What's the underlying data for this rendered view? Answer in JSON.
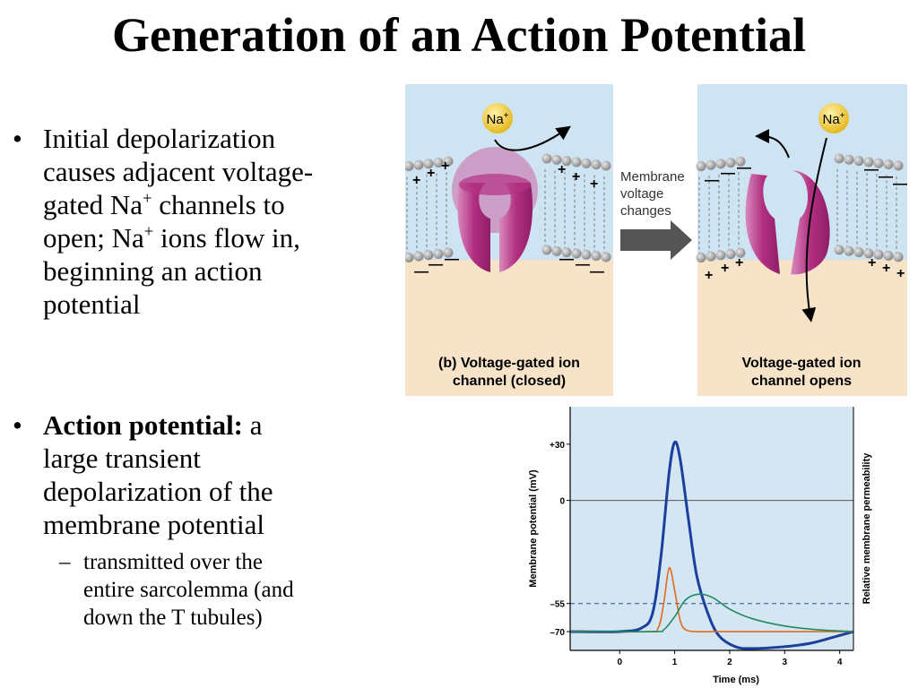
{
  "slide": {
    "title": "Generation of an Action Potential",
    "bullet1": {
      "l1": "Initial depolarization",
      "l2": "causes adjacent voltage-",
      "l3a": "gated Na",
      "l3sup": "+",
      "l3b": " channels to",
      "l4a": "open; Na",
      "l4sup": "+",
      "l4b": " ions flow in,",
      "l5": "beginning an action",
      "l6": "potential"
    },
    "bullet2": {
      "bold": "Action potential:",
      "rest1": " a",
      "l2": "large transient",
      "l3": "depolarization of the",
      "l4": "membrane potential",
      "sub_l1": "transmitted over the",
      "sub_l2": "entire sarcolemma (and",
      "sub_l3": "down the T tubules)"
    },
    "bullet_char": "•",
    "dash_char": "–"
  },
  "figure_top": {
    "ion_label": "Na",
    "ion_sup": "+",
    "arrow_text_l1": "Membrane",
    "arrow_text_l2": "voltage",
    "arrow_text_l3": "changes",
    "caption_left_l1": "(b) Voltage-gated ion",
    "caption_left_l2": "channel (closed)",
    "caption_right_l1": "Voltage-gated ion",
    "caption_right_l2": "channel opens",
    "colors": {
      "sky": "#cfe4f2",
      "cytoplasm": "#f6e3c8",
      "channel": "#b0307f",
      "channel_light": "#dc8fc0",
      "ion": "#f2cf3a",
      "lipid_head": "#9b9b9b",
      "arrow": "#555555"
    }
  },
  "chart_data": {
    "type": "line",
    "xlabel": "Time (ms)",
    "ylabel": "Membrane potential (mV)",
    "ylabel_right": "Relative membrane permeability",
    "xlim": [
      -0.9,
      4.25
    ],
    "ylim": [
      -80,
      50
    ],
    "xticks": [
      0,
      1,
      2,
      3,
      4
    ],
    "yticks": [
      {
        "value": 30,
        "label": "+30"
      },
      {
        "value": 0,
        "label": "0"
      },
      {
        "value": -55,
        "label": "–55"
      },
      {
        "value": -70,
        "label": "–70"
      }
    ],
    "reference_lines": [
      {
        "y": 0,
        "style": "solid"
      },
      {
        "y": -55,
        "style": "dashed"
      }
    ],
    "series": [
      {
        "color": "#1b3f9c",
        "x": [
          -0.9,
          0.0,
          0.4,
          0.6,
          0.75,
          0.9,
          1.0,
          1.1,
          1.25,
          1.4,
          1.6,
          1.8,
          2.1,
          2.4,
          3.0,
          3.5,
          4.0,
          4.25
        ],
        "y": [
          -70,
          -70,
          -68,
          -60,
          -30,
          15,
          31,
          22,
          -10,
          -40,
          -60,
          -72,
          -78,
          -79,
          -78,
          -76,
          -72,
          -70
        ]
      },
      {
        "color": "#e06a1e",
        "x": [
          -0.9,
          0.5,
          0.7,
          0.8,
          0.9,
          1.0,
          1.1,
          1.2,
          1.4,
          1.7,
          2.2,
          3.0,
          4.25
        ],
        "y": [
          -70,
          -70,
          -68,
          -55,
          -36,
          -48,
          -64,
          -69,
          -70,
          -70,
          -70,
          -70,
          -70
        ]
      },
      {
        "color": "#1e8a62",
        "x": [
          -0.9,
          0.6,
          0.8,
          1.0,
          1.2,
          1.45,
          1.7,
          2.0,
          2.4,
          3.0,
          3.6,
          4.25
        ],
        "y": [
          -70,
          -70,
          -69,
          -62,
          -53,
          -50,
          -52,
          -58,
          -63,
          -67,
          -69,
          -70
        ]
      }
    ]
  }
}
